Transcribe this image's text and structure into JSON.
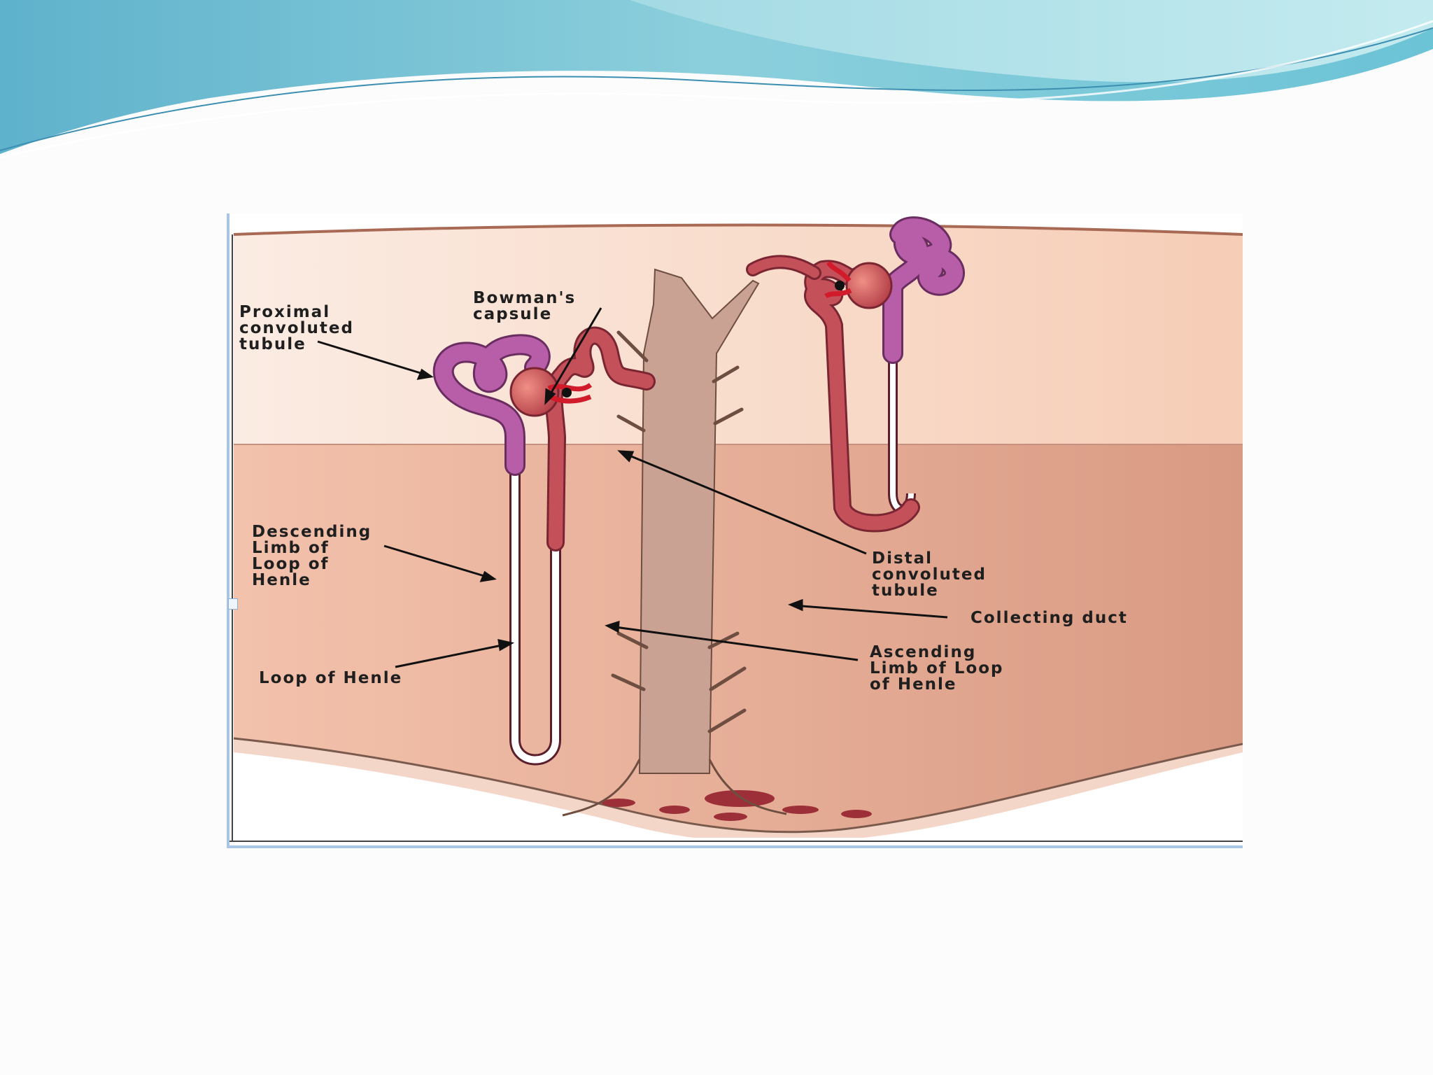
{
  "slide": {
    "theme_colors": {
      "wave_dark": "#6fb9d1",
      "wave_light": "#b5e3ea",
      "cortex": "#f7e0d2",
      "medulla": "#e7ac92",
      "collecting_duct": "#caa393",
      "tubule_red": "#c4505a",
      "tubule_purple": "#b85ea8"
    }
  },
  "diagram": {
    "labels": {
      "proximal": [
        "Proximal",
        "convoluted",
        "tubule"
      ],
      "bowman": [
        "Bowman's",
        "capsule"
      ],
      "descending": [
        "Descending",
        "Limb of",
        "Loop of",
        "Henle"
      ],
      "loop": [
        "Loop of Henle"
      ],
      "distal": [
        "Distal",
        "convoluted",
        "tubule"
      ],
      "collecting": [
        "Collecting duct"
      ],
      "ascending": [
        "Ascending",
        "Limb of Loop",
        "of Henle"
      ]
    }
  }
}
